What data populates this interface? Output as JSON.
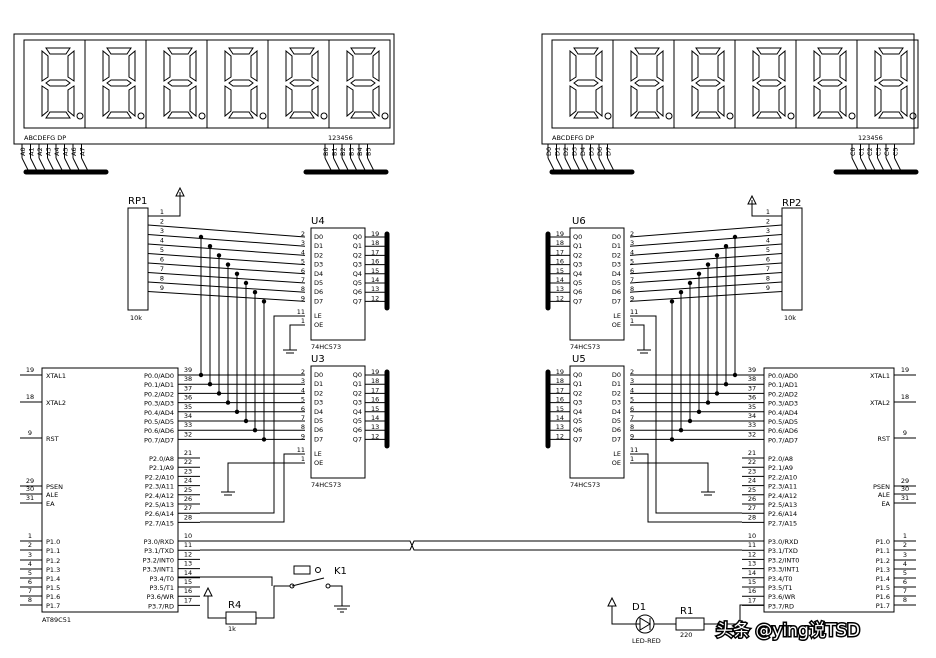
{
  "display_left": {
    "seg_label": "ABCDEFG  DP",
    "digit_label": "123456",
    "seg_pins": [
      "A0",
      "A1",
      "A2",
      "A3",
      "A4",
      "A5",
      "A6",
      "A7"
    ],
    "digit_pins": [
      "B0",
      "B1",
      "B2",
      "B3",
      "B4",
      "B5"
    ]
  },
  "display_right": {
    "seg_label": "ABCDEFG  DP",
    "digit_label": "123456",
    "seg_pins": [
      "D0",
      "D1",
      "D2",
      "D3",
      "D4",
      "D5",
      "D6",
      "D7"
    ],
    "digit_pins": [
      "C0",
      "C1",
      "C2",
      "C3",
      "C4",
      "C5"
    ]
  },
  "rp1": {
    "name": "RP1",
    "value": "10k",
    "pins": [
      "1",
      "2",
      "3",
      "4",
      "5",
      "6",
      "7",
      "8",
      "9"
    ]
  },
  "rp2": {
    "name": "RP2",
    "value": "10k",
    "pins": [
      "1",
      "2",
      "3",
      "4",
      "5",
      "6",
      "7",
      "8",
      "9"
    ]
  },
  "latch_U4": {
    "name": "U4",
    "part": "74HC573",
    "in_pins": [
      "D0",
      "D1",
      "D2",
      "D3",
      "D4",
      "D5",
      "D6",
      "D7"
    ],
    "in_nums": [
      "2",
      "3",
      "4",
      "5",
      "6",
      "7",
      "8",
      "9"
    ],
    "out_pins": [
      "Q0",
      "Q1",
      "Q2",
      "Q3",
      "Q4",
      "Q5",
      "Q6",
      "Q7"
    ],
    "out_nums": [
      "19",
      "18",
      "17",
      "16",
      "15",
      "14",
      "13",
      "12"
    ],
    "le": "LE",
    "oe": "OE",
    "le_num": "11",
    "oe_num": "1"
  },
  "latch_U3": {
    "name": "U3",
    "part": "74HC573",
    "in_pins": [
      "D0",
      "D1",
      "D2",
      "D3",
      "D4",
      "D5",
      "D6",
      "D7"
    ],
    "in_nums": [
      "2",
      "3",
      "4",
      "5",
      "6",
      "7",
      "8",
      "9"
    ],
    "out_pins": [
      "Q0",
      "Q1",
      "Q2",
      "Q3",
      "Q4",
      "Q5",
      "Q6",
      "Q7"
    ],
    "out_nums": [
      "19",
      "18",
      "17",
      "16",
      "15",
      "14",
      "13",
      "12"
    ],
    "le": "LE",
    "oe": "OE",
    "le_num": "11",
    "oe_num": "1"
  },
  "latch_U6": {
    "name": "U6",
    "part": "74HC573",
    "in_pins": [
      "D0",
      "D1",
      "D2",
      "D3",
      "D4",
      "D5",
      "D6",
      "D7"
    ],
    "in_nums": [
      "2",
      "3",
      "4",
      "5",
      "6",
      "7",
      "8",
      "9"
    ],
    "out_pins": [
      "Q0",
      "Q1",
      "Q2",
      "Q3",
      "Q4",
      "Q5",
      "Q6",
      "Q7"
    ],
    "out_nums": [
      "19",
      "18",
      "17",
      "16",
      "15",
      "14",
      "13",
      "12"
    ],
    "le": "LE",
    "oe": "OE",
    "le_num": "11",
    "oe_num": "1"
  },
  "latch_U5": {
    "name": "U5",
    "part": "74HC573",
    "in_pins": [
      "D0",
      "D1",
      "D2",
      "D3",
      "D4",
      "D5",
      "D6",
      "D7"
    ],
    "in_nums": [
      "2",
      "3",
      "4",
      "5",
      "6",
      "7",
      "8",
      "9"
    ],
    "out_pins": [
      "Q0",
      "Q1",
      "Q2",
      "Q3",
      "Q4",
      "Q5",
      "Q6",
      "Q7"
    ],
    "out_nums": [
      "19",
      "18",
      "17",
      "16",
      "15",
      "14",
      "13",
      "12"
    ],
    "le": "LE",
    "oe": "OE",
    "le_num": "11",
    "oe_num": "1"
  },
  "mcu_left": {
    "part": "AT89C51",
    "left_pins": [
      {
        "num": "19",
        "name": "XTAL1"
      },
      {
        "num": "18",
        "name": "XTAL2"
      },
      {
        "num": "9",
        "name": "RST"
      },
      {
        "num": "29",
        "name": "PSEN"
      },
      {
        "num": "30",
        "name": "ALE"
      },
      {
        "num": "31",
        "name": "EA"
      },
      {
        "num": "1",
        "name": "P1.0"
      },
      {
        "num": "2",
        "name": "P1.1"
      },
      {
        "num": "3",
        "name": "P1.2"
      },
      {
        "num": "4",
        "name": "P1.3"
      },
      {
        "num": "5",
        "name": "P1.4"
      },
      {
        "num": "6",
        "name": "P1.5"
      },
      {
        "num": "7",
        "name": "P1.6"
      },
      {
        "num": "8",
        "name": "P1.7"
      }
    ],
    "right_pins": [
      {
        "num": "39",
        "name": "P0.0/AD0"
      },
      {
        "num": "38",
        "name": "P0.1/AD1"
      },
      {
        "num": "37",
        "name": "P0.2/AD2"
      },
      {
        "num": "36",
        "name": "P0.3/AD3"
      },
      {
        "num": "35",
        "name": "P0.4/AD4"
      },
      {
        "num": "34",
        "name": "P0.5/AD5"
      },
      {
        "num": "33",
        "name": "P0.6/AD6"
      },
      {
        "num": "32",
        "name": "P0.7/AD7"
      },
      {
        "num": "21",
        "name": "P2.0/A8"
      },
      {
        "num": "22",
        "name": "P2.1/A9"
      },
      {
        "num": "23",
        "name": "P2.2/A10"
      },
      {
        "num": "24",
        "name": "P2.3/A11"
      },
      {
        "num": "25",
        "name": "P2.4/A12"
      },
      {
        "num": "26",
        "name": "P2.5/A13"
      },
      {
        "num": "27",
        "name": "P2.6/A14"
      },
      {
        "num": "28",
        "name": "P2.7/A15"
      },
      {
        "num": "10",
        "name": "P3.0/RXD"
      },
      {
        "num": "11",
        "name": "P3.1/TXD"
      },
      {
        "num": "12",
        "name": "P3.2/INT0"
      },
      {
        "num": "13",
        "name": "P3.3/INT1"
      },
      {
        "num": "14",
        "name": "P3.4/T0"
      },
      {
        "num": "15",
        "name": "P3.5/T1"
      },
      {
        "num": "16",
        "name": "P3.6/WR"
      },
      {
        "num": "17",
        "name": "P3.7/RD"
      }
    ]
  },
  "mcu_right": {
    "right_pins": [
      {
        "num": "19",
        "name": "XTAL1"
      },
      {
        "num": "18",
        "name": "XTAL2"
      },
      {
        "num": "9",
        "name": "RST"
      },
      {
        "num": "29",
        "name": "PSEN"
      },
      {
        "num": "30",
        "name": "ALE"
      },
      {
        "num": "31",
        "name": "EA"
      },
      {
        "num": "1",
        "name": "P1.0"
      },
      {
        "num": "2",
        "name": "P1.1"
      },
      {
        "num": "3",
        "name": "P1.2"
      },
      {
        "num": "4",
        "name": "P1.3"
      },
      {
        "num": "5",
        "name": "P1.4"
      },
      {
        "num": "6",
        "name": "P1.5"
      },
      {
        "num": "7",
        "name": "P1.6"
      },
      {
        "num": "8",
        "name": "P1.7"
      }
    ],
    "left_pins": [
      {
        "num": "39",
        "name": "P0.0/AD0"
      },
      {
        "num": "38",
        "name": "P0.1/AD1"
      },
      {
        "num": "37",
        "name": "P0.2/AD2"
      },
      {
        "num": "36",
        "name": "P0.3/AD3"
      },
      {
        "num": "35",
        "name": "P0.4/AD4"
      },
      {
        "num": "34",
        "name": "P0.5/AD5"
      },
      {
        "num": "33",
        "name": "P0.6/AD6"
      },
      {
        "num": "32",
        "name": "P0.7/AD7"
      },
      {
        "num": "21",
        "name": "P2.0/A8"
      },
      {
        "num": "22",
        "name": "P2.1/A9"
      },
      {
        "num": "23",
        "name": "P2.2/A10"
      },
      {
        "num": "24",
        "name": "P2.3/A11"
      },
      {
        "num": "25",
        "name": "P2.4/A12"
      },
      {
        "num": "26",
        "name": "P2.5/A13"
      },
      {
        "num": "27",
        "name": "P2.6/A14"
      },
      {
        "num": "28",
        "name": "P2.7/A15"
      },
      {
        "num": "10",
        "name": "P3.0/RXD"
      },
      {
        "num": "11",
        "name": "P3.1/TXD"
      },
      {
        "num": "12",
        "name": "P3.2/INT0"
      },
      {
        "num": "13",
        "name": "P3.3/INT1"
      },
      {
        "num": "14",
        "name": "P3.4/T0"
      },
      {
        "num": "15",
        "name": "P3.5/T1"
      },
      {
        "num": "16",
        "name": "P3.6/WR"
      },
      {
        "num": "17",
        "name": "P3.7/RD"
      }
    ]
  },
  "r4": {
    "name": "R4",
    "value": "1k"
  },
  "k1": {
    "name": "K1"
  },
  "d1": {
    "name": "D1",
    "value": "LED-RED"
  },
  "r1": {
    "name": "R1",
    "value": "220"
  },
  "watermark": "头条 @ying说TSD"
}
